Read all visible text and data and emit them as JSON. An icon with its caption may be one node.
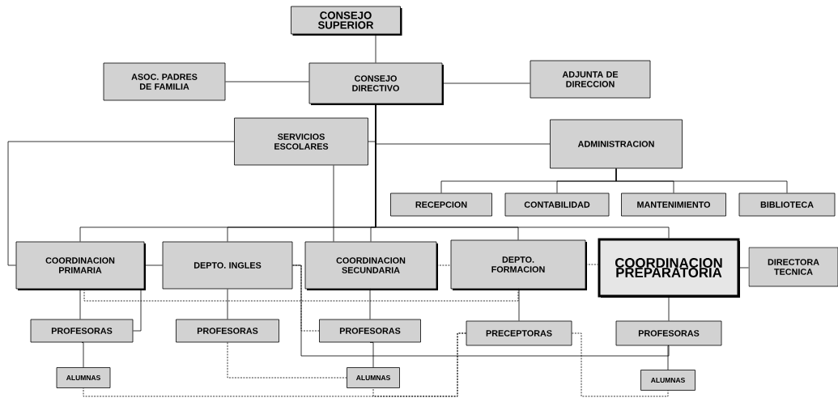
{
  "diagram": {
    "nodes": [
      {
        "text": [
          "CONSEJO SUPERIOR"
        ]
      },
      {
        "text": [
          "ASOC. PADRES DE FAMILIA"
        ]
      },
      {
        "text": [
          "CONSEJO DIRECTIVO"
        ]
      },
      {
        "text": [
          "ADJUNTA DE DIRECCION"
        ]
      },
      {
        "text": [
          "SERVICIOS ESCOLARES"
        ]
      },
      {
        "text": [
          "ADMINISTRACION"
        ]
      },
      {
        "text": [
          "RECEPCION"
        ]
      },
      {
        "text": [
          "CONTABILIDAD"
        ]
      },
      {
        "text": [
          "MANTENIMIENTO"
        ]
      },
      {
        "text": [
          "BIBLIOTECA"
        ]
      },
      {
        "text": [
          "COORDINACION PRIMARIA"
        ]
      },
      {
        "text": [
          "DEPTO. INGLES"
        ]
      },
      {
        "text": [
          "COORDINACION SECUNDARIA"
        ]
      },
      {
        "text": [
          "DEPTO. FORMACION"
        ]
      },
      {
        "text": [
          "COORDINACION PREPARATORIA"
        ]
      },
      {
        "text": [
          "DIRECTORA TECNICA"
        ]
      },
      {
        "text": [
          "PROFESORAS"
        ]
      },
      {
        "text": [
          "PROFESORAS"
        ]
      },
      {
        "text": [
          "PROFESORAS"
        ]
      },
      {
        "text": [
          "PRECEPTORAS"
        ]
      },
      {
        "text": [
          "PROFESORAS"
        ]
      },
      {
        "text": [
          "ALUMNAS"
        ]
      },
      {
        "text": [
          "ALUMNAS"
        ]
      },
      {
        "text": [
          "ALUMNAS"
        ]
      }
    ],
    "edges": [
      {
        "from": 0,
        "to": 2,
        "arrow": "none"
      },
      {
        "from": 1,
        "to": 2,
        "arrow": "none"
      },
      {
        "from": 2,
        "to": 3,
        "arrow": "none"
      },
      {
        "from": 2,
        "to": 4,
        "arrow": "none"
      },
      {
        "from": 2,
        "to": 5,
        "arrow": "none"
      },
      {
        "from": 2,
        "to": 10,
        "arrow": "none"
      },
      {
        "from": 2,
        "to": 11,
        "arrow": "none"
      },
      {
        "from": 2,
        "to": 12,
        "arrow": "none"
      },
      {
        "from": 2,
        "to": 13,
        "arrow": "none"
      },
      {
        "from": 2,
        "to": 14,
        "arrow": "none"
      },
      {
        "from": 4,
        "to": 10,
        "arrow": "none"
      },
      {
        "from": 4,
        "to": 12,
        "arrow": "none"
      },
      {
        "from": 5,
        "to": 6,
        "arrow": "none"
      },
      {
        "from": 5,
        "to": 7,
        "arrow": "none"
      },
      {
        "from": 5,
        "to": 8,
        "arrow": "none"
      },
      {
        "from": 5,
        "to": 9,
        "arrow": "none"
      },
      {
        "from": 14,
        "to": 15,
        "arrow": "none"
      },
      {
        "from": 10,
        "to": 11,
        "arrow": "none"
      },
      {
        "from": 11,
        "to": 20,
        "arrow": "none"
      },
      {
        "from": 10,
        "to": 16,
        "arrow": "none"
      },
      {
        "from": 10,
        "to": 16,
        "arrow": "none"
      },
      {
        "from": 16,
        "to": 21,
        "arrow": "none"
      },
      {
        "from": 11,
        "to": 17,
        "arrow": "none"
      },
      {
        "from": 12,
        "to": 18,
        "arrow": "none"
      },
      {
        "from": 18,
        "to": 22,
        "arrow": "none"
      },
      {
        "from": 13,
        "to": 19,
        "arrow": "none"
      },
      {
        "from": 14,
        "to": 20,
        "arrow": "none"
      },
      {
        "from": 20,
        "to": 23,
        "arrow": "none"
      },
      {
        "from": 12,
        "to": 13,
        "arrow": "none",
        "style": "dashed"
      },
      {
        "from": 13,
        "to": 14,
        "arrow": "none",
        "style": "dashed"
      },
      {
        "from": 10,
        "to": 13,
        "arrow": "none",
        "style": "dashed"
      },
      {
        "from": 17,
        "to": 22,
        "arrow": "none",
        "style": "dashed"
      },
      {
        "from": 11,
        "to": 18,
        "arrow": "none",
        "style": "dashed"
      },
      {
        "from": 19,
        "to": 21,
        "arrow": "none",
        "style": "dashed"
      },
      {
        "from": 19,
        "to": 22,
        "arrow": "none",
        "style": "dashed"
      },
      {
        "from": 19,
        "to": 23,
        "arrow": "none",
        "style": "dashed"
      }
    ]
  }
}
